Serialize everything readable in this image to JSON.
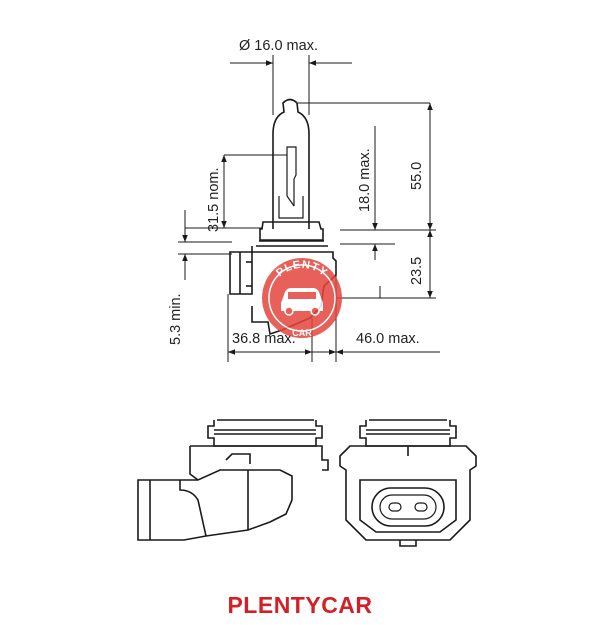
{
  "dimensions": {
    "diameter": "Ø 16.0 max.",
    "nominal_height": "31.5 nom.",
    "glass_height": "18.0 max.",
    "overall_height": "55.0",
    "base_height": "23.5",
    "min_offset": "5.3 min.",
    "connector_width": "36.8 max.",
    "base_width": "46.0 max."
  },
  "watermark": {
    "arc_top": "PLENTY",
    "arc_bottom": "CAR"
  },
  "brand": {
    "name": "PLENTYCAR"
  },
  "colors": {
    "line": "#1a1a1a",
    "brand": "#d32027",
    "logo_fill": "#e3453d"
  }
}
